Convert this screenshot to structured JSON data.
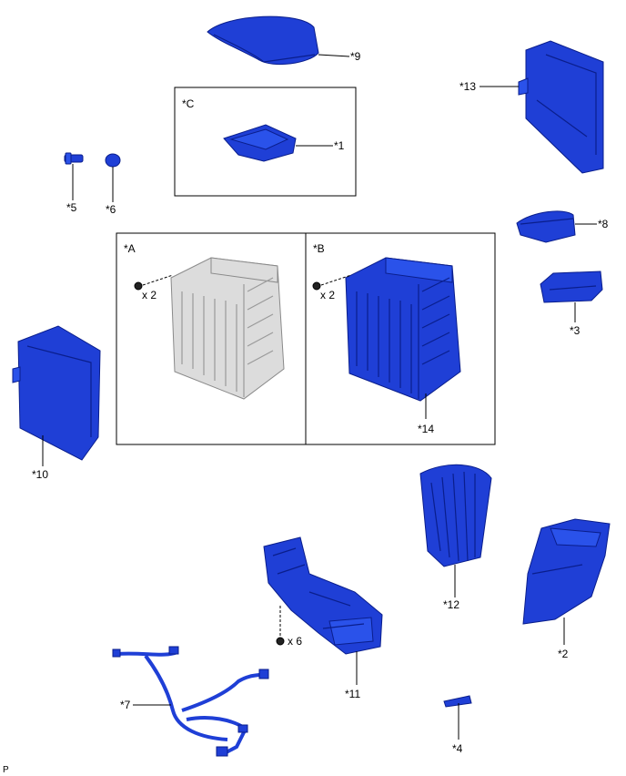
{
  "callouts": {
    "p1": "*1",
    "p2": "*2",
    "p3": "*3",
    "p4": "*4",
    "p5": "*5",
    "p6": "*6",
    "p7": "*7",
    "p8": "*8",
    "p9": "*9",
    "p10": "*10",
    "p11": "*11",
    "p12": "*12",
    "p13": "*13",
    "p14": "*14"
  },
  "frames": {
    "A": "*A",
    "B": "*B",
    "C": "*C"
  },
  "quantities": {
    "bolt_a": "x 2",
    "bolt_b": "x 2",
    "bolt_11": "x 6"
  },
  "footer": "P",
  "colors": {
    "part": "#1f3fd6",
    "part_outline": "#0a1e8c",
    "reference_part": "#dcdcdc"
  }
}
